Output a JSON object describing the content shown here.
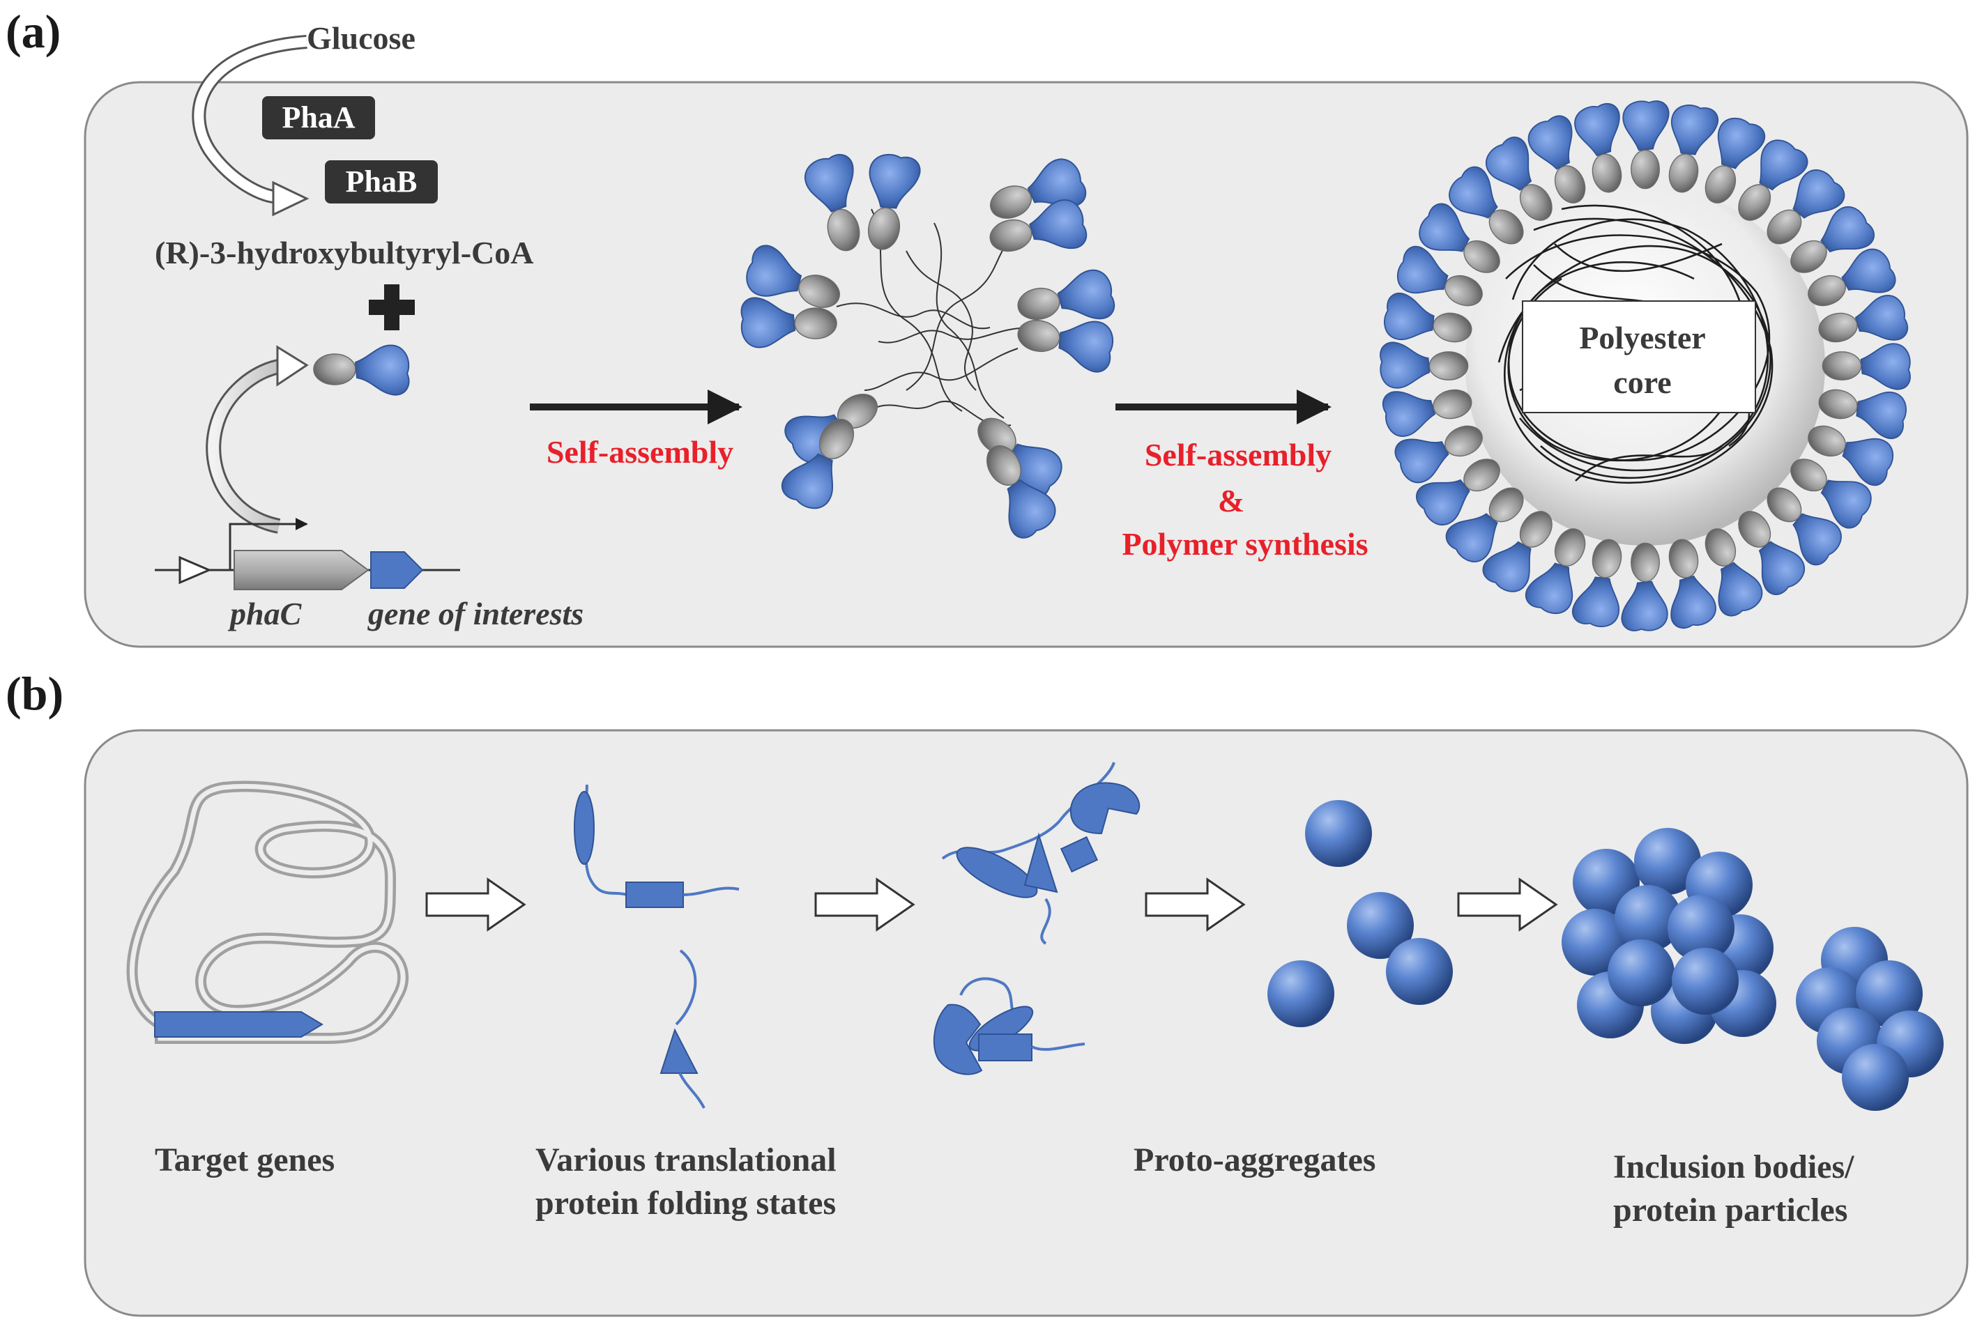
{
  "panel_a": {
    "label": "(a)",
    "glucose": "Glucose",
    "enzyme_1": "PhaA",
    "enzyme_2": "PhaB",
    "substrate": "(R)-3-hydroxybultyryl-CoA",
    "gene_1": "phaC",
    "gene_2": "gene of interests",
    "step_1": "Self-assembly",
    "step_2_line1": "Self-assembly",
    "step_2_line2": "&",
    "step_2_line3": "Polymer synthesis",
    "core_line1": "Polyester",
    "core_line2": "core"
  },
  "panel_b": {
    "label": "(b)",
    "stage_1": "Target genes",
    "stage_2_line1": "Various translational",
    "stage_2_line2": "protein folding states",
    "stage_3": "Proto-aggregates",
    "stage_4_line1": "Inclusion bodies/",
    "stage_4_line2": "protein particles"
  },
  "colors": {
    "panel_fill": "#ececec",
    "panel_stroke": "#8a8a8a",
    "protein_blue": "#4f78c4",
    "phac_gray": "#9a9a9a",
    "accent_red": "#e8202a"
  }
}
